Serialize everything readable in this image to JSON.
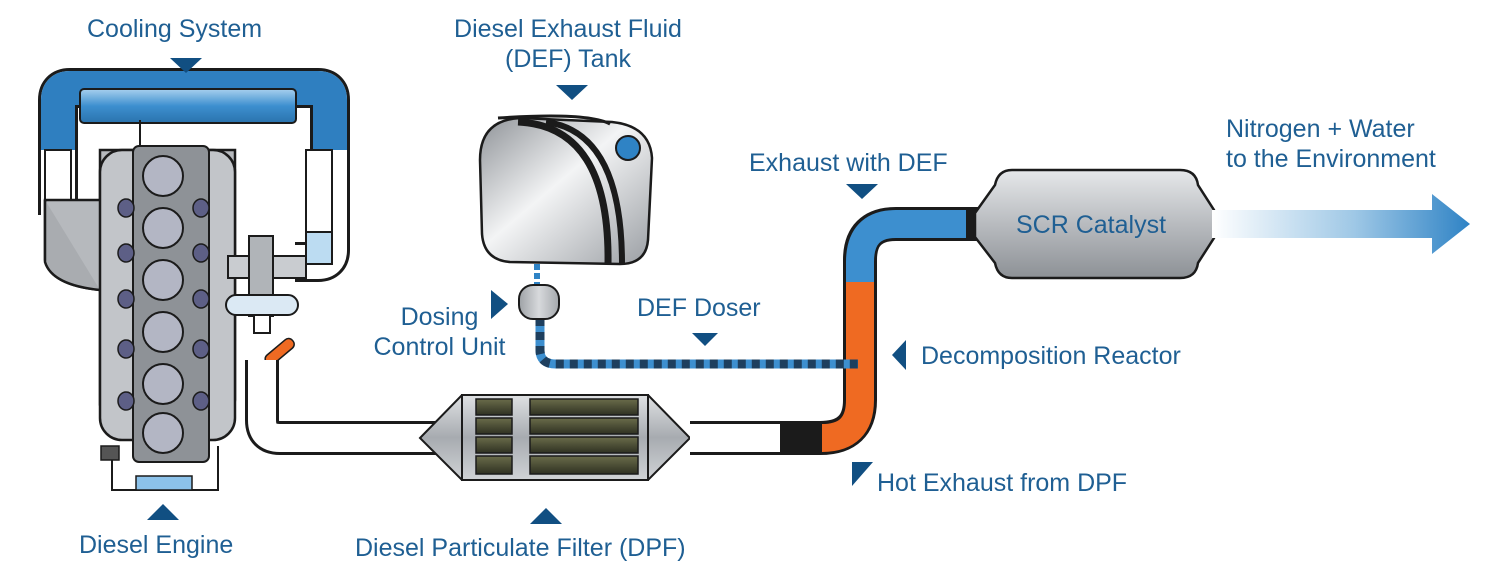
{
  "labels": {
    "cooling_system": "Cooling System",
    "def_tank_line1": "Diesel Exhaust Fluid",
    "def_tank_line2": "(DEF) Tank",
    "dosing_line1": "Dosing",
    "dosing_line2": "Control Unit",
    "def_doser": "DEF Doser",
    "exhaust_with_def": "Exhaust with DEF",
    "output_line1": "Nitrogen + Water",
    "output_line2": "to the Environment",
    "scr_catalyst": "SCR Catalyst",
    "decomposition_reactor": "Decomposition Reactor",
    "hot_exhaust": "Hot Exhaust from DPF",
    "diesel_engine": "Diesel Engine",
    "dpf": "Diesel Particulate Filter (DPF)"
  },
  "colors": {
    "label_blue": "#1f5f93",
    "pipe_blue": "#3d8fcf",
    "hot_orange": "#ef6a22",
    "metal_gray": "#b9bcc0",
    "arrow_dark": "#114f82"
  }
}
